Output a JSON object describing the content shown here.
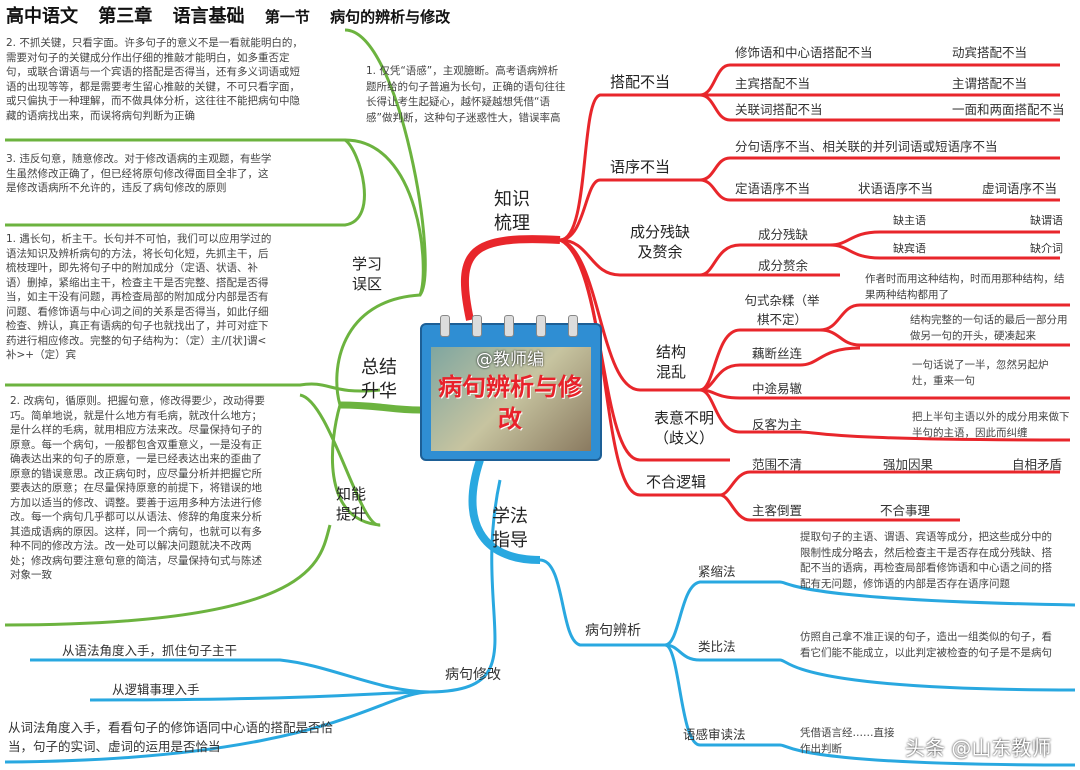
{
  "title": {
    "subject": "高中语文",
    "chapter": "第三章",
    "topic": "语言基础",
    "section": "第一节",
    "section_title": "病句的辨析与修改"
  },
  "center": {
    "label": "病句辨析与修改",
    "watermark": "@教师编"
  },
  "colors": {
    "knowledge": "#e8262b",
    "summary": "#6cb33f",
    "method": "#29a8e0"
  },
  "knowledge": {
    "label": "知识梳理",
    "collocation": {
      "label": "搭配不当",
      "items": [
        "修饰语和中心语搭配不当",
        "动宾搭配不当",
        "主宾搭配不当",
        "主谓搭配不当",
        "关联词搭配不当",
        "一面和两面搭配不当"
      ]
    },
    "order": {
      "label": "语序不当",
      "items": [
        "分句语序不当、相关联的并列词语或短语序不当",
        "定语语序不当",
        "状语语序不当",
        "虚词语序不当"
      ]
    },
    "component": {
      "label": "成分残缺及赘余",
      "missing": "成分残缺",
      "redundant": "成分赘余",
      "items": [
        "缺主语",
        "缺谓语",
        "缺宾语",
        "缺介词"
      ]
    },
    "structure": {
      "label": "结构混乱",
      "items": [
        {
          "name": "句式杂糅（举棋不定）",
          "desc": "作者时而用这种结构，时而用那种结构，结果两种结构都用了"
        },
        {
          "name": "藕断丝连",
          "desc": "结构完整的一句话的最后一部分用做另一句的开头，硬凑起来"
        },
        {
          "name": "中途易辙",
          "desc": "一句话说了一半，忽然另起炉灶，重来一句"
        },
        {
          "name": "反客为主",
          "desc": "把上半句主语以外的成分用来做下半句的主语，因此而纠缠"
        }
      ]
    },
    "ambiguity": {
      "label": "表意不明（歧义）"
    },
    "logic": {
      "label": "不合逻辑",
      "items": [
        "范围不清",
        "强加因果",
        "自相矛盾",
        "主客倒置",
        "不合事理"
      ]
    }
  },
  "summary": {
    "label": "总结升华",
    "mistakes": {
      "label": "学习误区",
      "items": [
        "1. 仅凭“语感”，主观臆断。高考语病辨析题所给的句子普遍为长句，正确的语句往往长得让考生起疑心，越怀疑越想凭借“语感”做判断，这种句子迷惑性大，错误率高",
        "2. 不抓关键，只看字面。许多句子的意义不是一看就能明白的，需要对句子的关键成分作出仔细的推敲才能明白，如多重否定句，或联合谓语与一个宾语的搭配是否得当，还有多义词语或短语的出现等等，都是需要考生留心推敲的关键，不可只看字面，或只偏执于一种理解，而不做具体分析，这往往不能把病句中隐藏的语病找出来，而误将病句判断为正确",
        "3. 违反句意，随意修改。对于修改语病的主观题，有些学生虽然修改正确了，但已经将原句修改得面目全非了，这是修改语病所不允许的，违反了病句修改的原则"
      ]
    },
    "improve": {
      "label": "知能提升",
      "items": [
        "1. 遇长句，析主干。长句并不可怕，我们可以应用学过的语法知识及辨析病句的方法，将长句化短，先抓主干，后梳枝理叶，即先将句子中的附加成分（定语、状语、补语）删掉，紧缩出主干，检查主干是否完整、搭配是否得当，如主干没有问题，再检查局部的附加成分内部是否有问题、看修饰语与中心词之间的关系是否得当，如此仔细检查、辨认，真正有语病的句子也就找出了，并可对症下药进行相应修改。完整的句子结构为：（定）主//[状]谓<补>+（定）宾",
        "2. 改病句，循原则。把握句意，修改得要少，改动得要巧。简单地说，就是什么地方有毛病，就改什么地方；是什么样的毛病，就用相应方法来改。尽量保持句子的原意。每一个病句，一般都包含双重意义，一是没有正确表达出来的句子的原意，一是已经表达出来的歪曲了原意的错误意思。改正病句时，应尽量分析并把握它所要表达的原意；在尽量保持原意的前提下，将错误的地方加以适当的修改、调整。要善于运用多种方法进行修改。每一个病句几乎都可以从语法、修辞的角度来分析其造成语病的原因。这样，同一个病句，也就可以有多种不同的修改方法。改一处可以解决问题就决不改两处；修改病句要注意句意的简洁，尽量保持句式与陈述对象一致"
      ]
    }
  },
  "method": {
    "label": "学法指导",
    "analysis": {
      "label": "病句辨析",
      "items": [
        {
          "name": "紧缩法",
          "desc": "提取句子的主语、谓语、宾语等成分，把这些成分中的限制性成分略去，然后检查主干是否存在成分残缺、搭配不当的语病，再检查局部看修饰语和中心语之间的搭配有无问题，修饰语的内部是否存在语序问题"
        },
        {
          "name": "类比法",
          "desc": "仿照自己拿不准正误的句子，造出一组类似的句子，看看它们能不能成立，以此判定被检查的句子是不是病句"
        },
        {
          "name": "语感审读法",
          "desc": "凭借语言经……直接作出判断"
        }
      ]
    },
    "revision": {
      "label": "病句修改",
      "items": [
        "从语法角度入手，抓住句子主干",
        "从逻辑事理入手",
        "从词法角度入手，看看句子的修饰语同中心语的搭配是否恰当，句子的实词、虚词的运用是否恰当"
      ]
    }
  },
  "watermark": "头条 @山东教师"
}
